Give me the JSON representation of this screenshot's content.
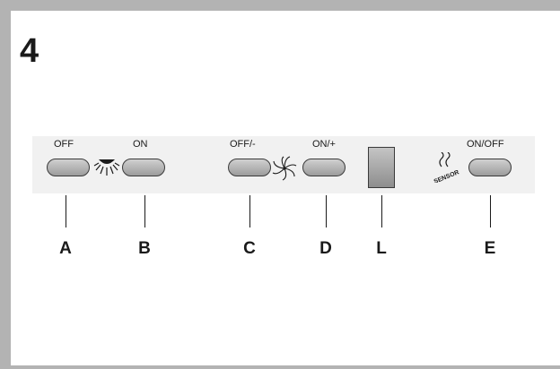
{
  "step_number": "4",
  "buttons": {
    "a": {
      "label": "OFF",
      "callout": "A"
    },
    "b": {
      "label": "ON",
      "callout": "B"
    },
    "c": {
      "label": "OFF/-",
      "callout": "C"
    },
    "d": {
      "label": "ON/+",
      "callout": "D"
    },
    "e": {
      "label": "ON/OFF",
      "callout": "E"
    }
  },
  "display": {
    "callout": "L"
  },
  "icons": {
    "light": "light-icon",
    "fan": "fan-icon",
    "sensor": "sensor-icon"
  },
  "sensor_icon_text": "SENSOR",
  "colors": {
    "frame": "#b3b3b3",
    "strip": "#f1f1f1",
    "button_fill": "#b8b8b8",
    "ink": "#1a1a1a"
  }
}
